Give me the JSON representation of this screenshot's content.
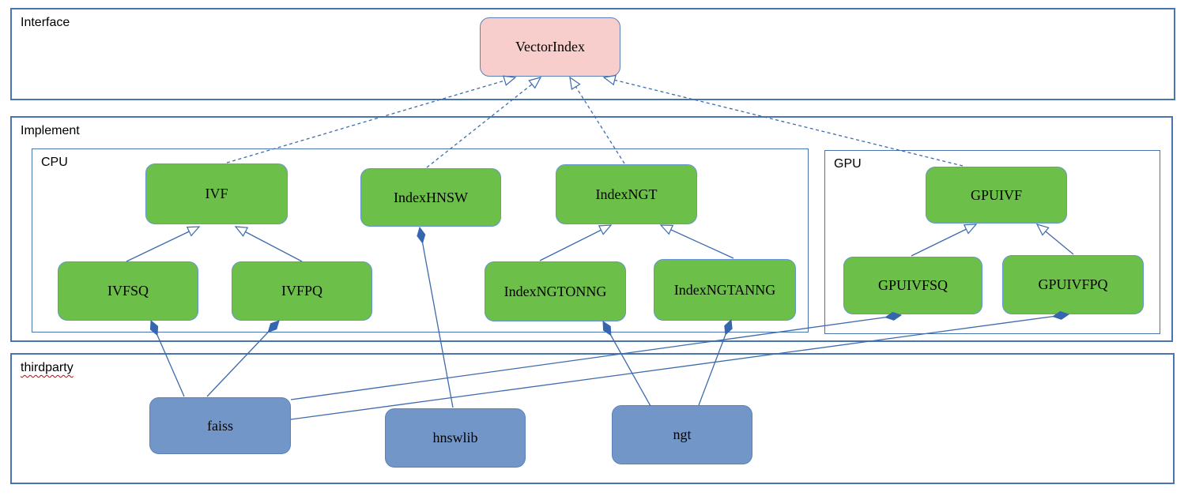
{
  "containers": {
    "interface": "Interface",
    "implement": "Implement",
    "cpu": "CPU",
    "gpu": "GPU",
    "thirdparty": "thirdparty"
  },
  "nodes": {
    "vectorindex": "VectorIndex",
    "ivf": "IVF",
    "indexhnsw": "IndexHNSW",
    "indexngt": "IndexNGT",
    "ivfsq": "IVFSQ",
    "ivfpq": "IVFPQ",
    "indexngtonng": "IndexNGTONNG",
    "indexngtanng": "IndexNGTANNG",
    "gpuivf": "GPUIVF",
    "gpuivfsq": "GPUIVFSQ",
    "gpuivfpq": "GPUIVFPQ",
    "faiss": "faiss",
    "hnswlib": "hnswlib",
    "ngt": "ngt"
  },
  "edges": [
    {
      "from": "IVF",
      "to": "VectorIndex",
      "type": "realize"
    },
    {
      "from": "IndexHNSW",
      "to": "VectorIndex",
      "type": "realize"
    },
    {
      "from": "IndexNGT",
      "to": "VectorIndex",
      "type": "realize"
    },
    {
      "from": "GPUIVF",
      "to": "VectorIndex",
      "type": "realize"
    },
    {
      "from": "IVFSQ",
      "to": "IVF",
      "type": "inherit"
    },
    {
      "from": "IVFPQ",
      "to": "IVF",
      "type": "inherit"
    },
    {
      "from": "IndexNGTONNG",
      "to": "IndexNGT",
      "type": "inherit"
    },
    {
      "from": "IndexNGTANNG",
      "to": "IndexNGT",
      "type": "inherit"
    },
    {
      "from": "GPUIVFSQ",
      "to": "GPUIVF",
      "type": "inherit"
    },
    {
      "from": "GPUIVFPQ",
      "to": "GPUIVF",
      "type": "inherit"
    },
    {
      "from": "faiss",
      "to": "IVFSQ",
      "type": "compose"
    },
    {
      "from": "faiss",
      "to": "IVFPQ",
      "type": "compose"
    },
    {
      "from": "faiss",
      "to": "GPUIVFSQ",
      "type": "compose"
    },
    {
      "from": "faiss",
      "to": "GPUIVFPQ",
      "type": "compose"
    },
    {
      "from": "hnswlib",
      "to": "IndexHNSW",
      "type": "compose"
    },
    {
      "from": "ngt",
      "to": "IndexNGTONNG",
      "type": "compose"
    },
    {
      "from": "ngt",
      "to": "IndexNGTANNG",
      "type": "compose"
    }
  ],
  "colors": {
    "container_border": "#4a74ad",
    "node_green_fill": "#6cc04a",
    "node_pink_fill": "#f8cecc",
    "node_blue_fill": "#7396c8",
    "node_border": "#6694ce",
    "edge_stroke": "#3d6bad",
    "diamond_fill": "#3666b0",
    "squiggle_underline": "#cc0000",
    "text": "#000000"
  }
}
